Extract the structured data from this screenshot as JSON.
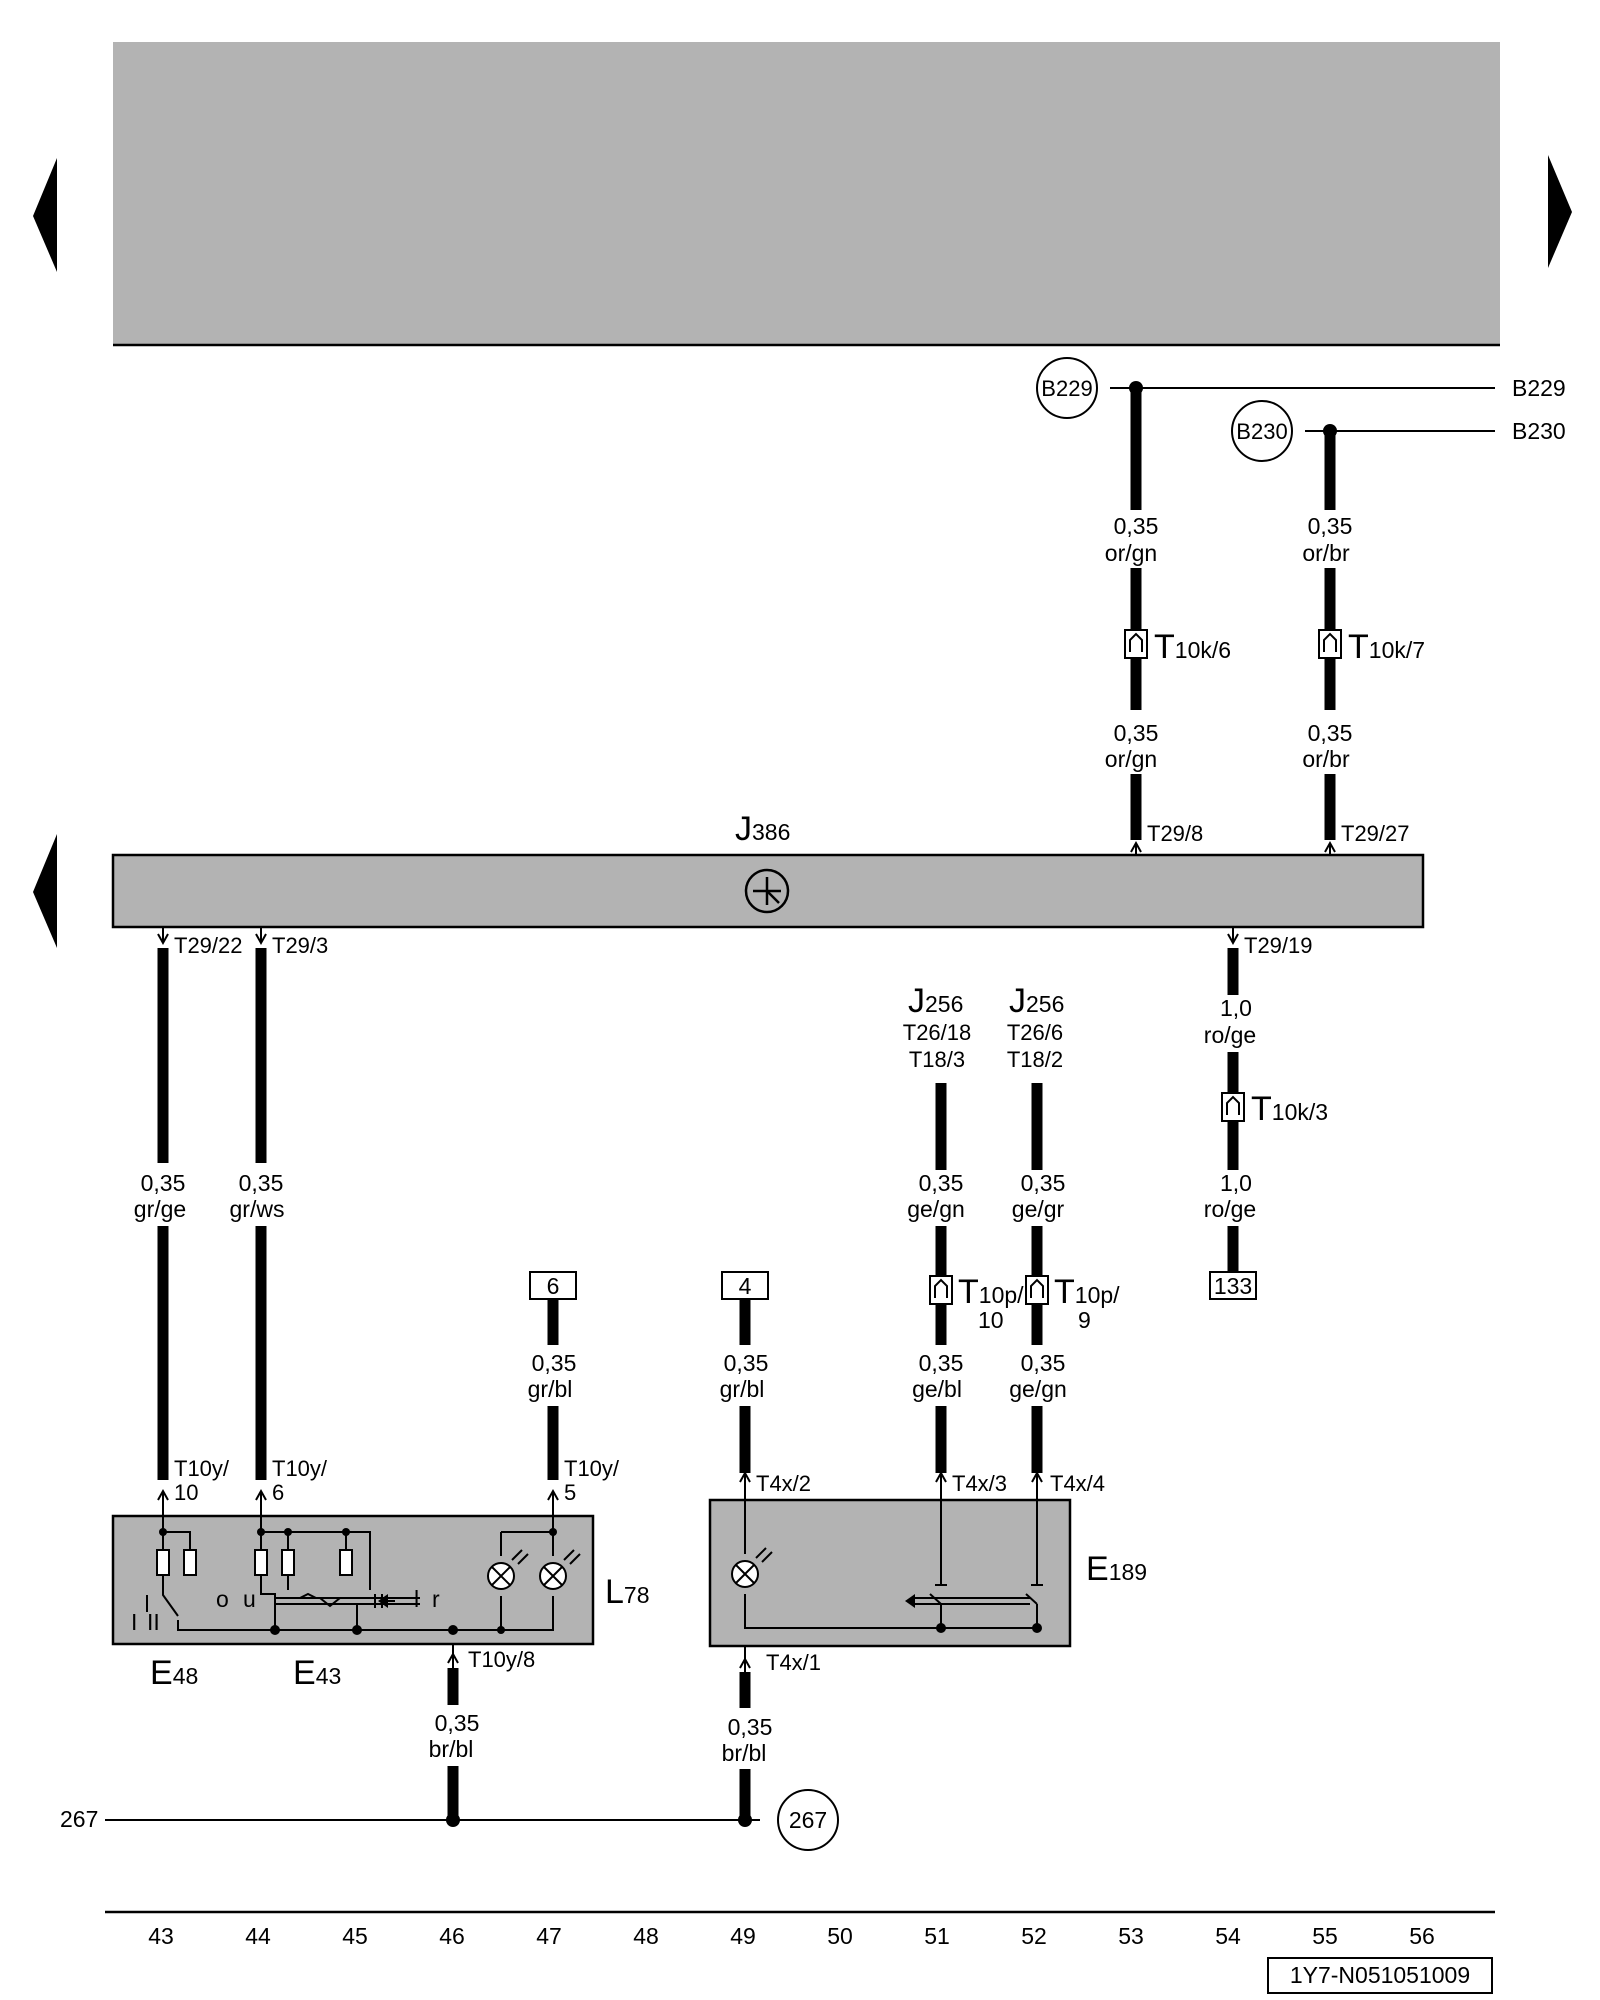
{
  "header": {
    "top_line_labels": [
      "B229",
      "B230"
    ]
  },
  "main_unit": {
    "name": "J",
    "sub": "386"
  },
  "circles": [
    "B229",
    "B230",
    "267"
  ],
  "line_ends": {
    "b229": "B229",
    "b230": "B230",
    "ground_left": "267"
  },
  "pins": {
    "t29_8": "T29/8",
    "t29_27": "T29/27",
    "t29_22": "T29/22",
    "t29_3": "T29/3",
    "t29_19": "T29/19",
    "t10y_10_a": "T10y/",
    "t10y_10_b": "10",
    "t10y_6_a": "T10y/",
    "t10y_6_b": "6",
    "t10y_5_a": "T10y/",
    "t10y_5_b": "5",
    "t10y_8": "T10y/8",
    "t4x_1": "T4x/1",
    "t4x_2": "T4x/2",
    "t4x_3": "T4x/3",
    "t4x_4": "T4x/4"
  },
  "connectors": {
    "t10k6": {
      "main": "T",
      "sub": "10k/6"
    },
    "t10k7": {
      "main": "T",
      "sub": "10k/7"
    },
    "t10k3": {
      "main": "T",
      "sub": "10k/3"
    },
    "t10p10": {
      "main": "T",
      "sub": "10p/",
      "sub2": "10"
    },
    "t10p9": {
      "main": "T",
      "sub": "10p/",
      "sub2": "9"
    }
  },
  "wire_labels": {
    "w53_top": [
      "0,35",
      "or/gn"
    ],
    "w53_bot": [
      "0,35",
      "or/gn"
    ],
    "w55_top": [
      "0,35",
      "or/br"
    ],
    "w55_bot": [
      "0,35",
      "or/br"
    ],
    "w43": [
      "0,35",
      "gr/ge"
    ],
    "w44": [
      "0,35",
      "gr/ws"
    ],
    "w47": [
      "0,35",
      "gr/bl"
    ],
    "w49_top": [
      "0,35",
      "gr/bl"
    ],
    "w49_bot": [
      "0,35",
      "br/bl"
    ],
    "w46_bot": [
      "0,35",
      "br/bl"
    ],
    "w51_top": [
      "0,35",
      "ge/gn"
    ],
    "w51_bot": [
      "0,35",
      "ge/bl"
    ],
    "w52_top": [
      "0,35",
      "ge/gr"
    ],
    "w52_bot": [
      "0,35",
      "ge/gn"
    ],
    "w54_top": [
      "1,0",
      "ro/ge"
    ],
    "w54_bot": [
      "1,0",
      "ro/ge"
    ]
  },
  "refs": {
    "j256a": {
      "name": "J",
      "sub": "256",
      "l1": "T26/18",
      "l2": "T18/3"
    },
    "j256b": {
      "name": "J",
      "sub": "256",
      "l1": "T26/6",
      "l2": "T18/2"
    }
  },
  "boxes": {
    "b6": "6",
    "b4": "4",
    "b133": "133"
  },
  "components": {
    "L78": {
      "name": "L",
      "sub": "78"
    },
    "E189": {
      "name": "E",
      "sub": "189"
    },
    "E48": {
      "name": "E",
      "sub": "48"
    },
    "E43": {
      "name": "E",
      "sub": "43"
    }
  },
  "switch_marks": {
    "s1": "I",
    "s2": "II",
    "o": "o",
    "u": "u",
    "l": "l",
    "r": "r"
  },
  "column_numbers": [
    "43",
    "44",
    "45",
    "46",
    "47",
    "48",
    "49",
    "50",
    "51",
    "52",
    "53",
    "54",
    "55",
    "56"
  ],
  "doc_id": "1Y7-N051051009"
}
